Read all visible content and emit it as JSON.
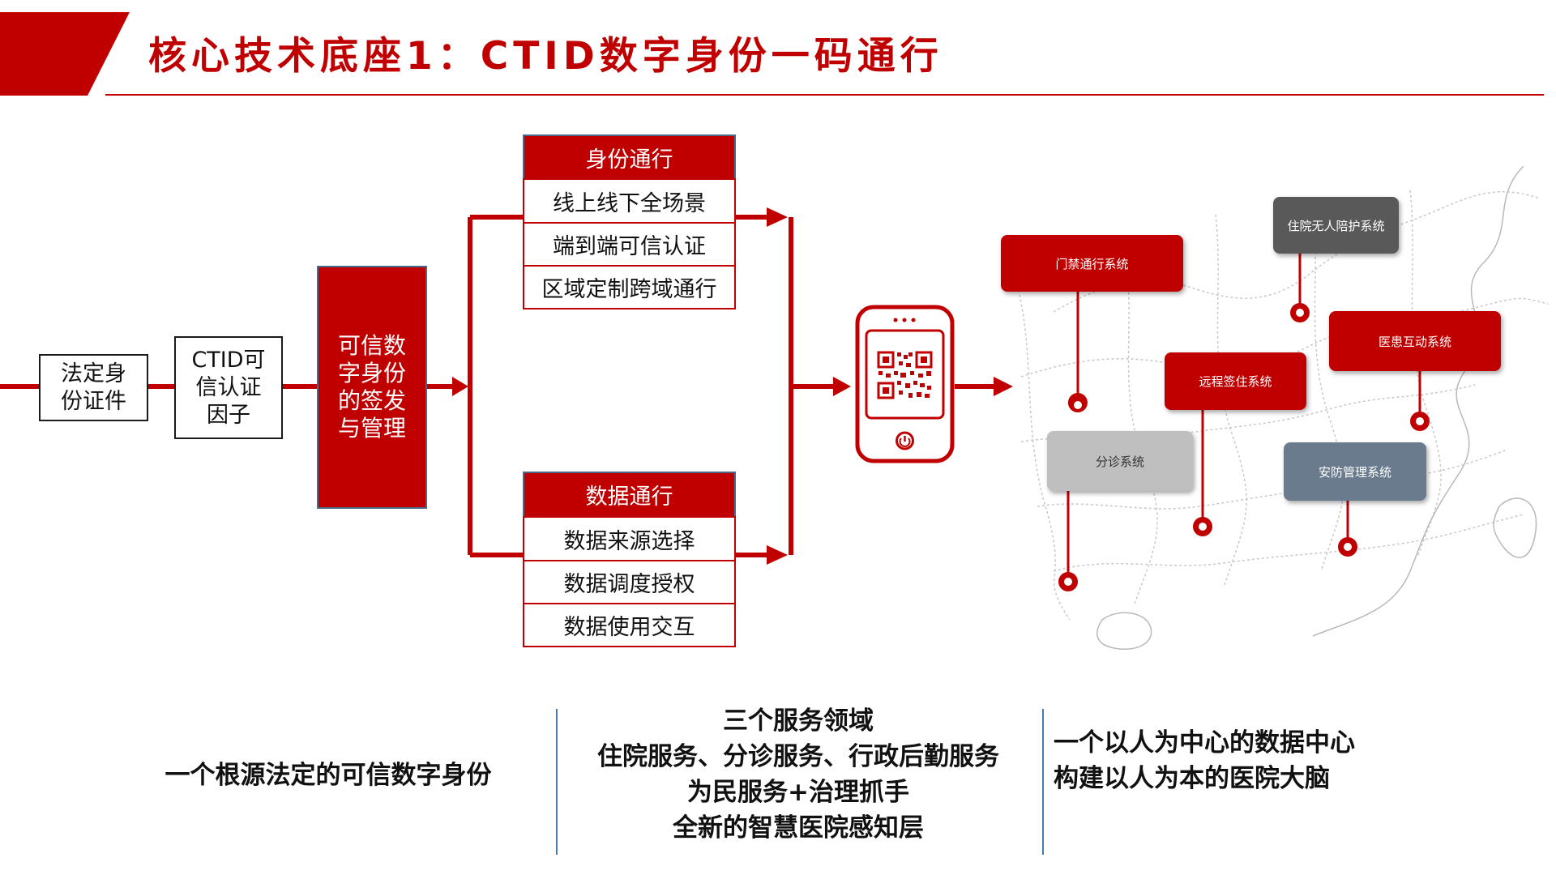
{
  "header": {
    "title": "核心技术底座1：CTID数字身份一码通行"
  },
  "colors": {
    "accent": "#c00000",
    "dark_gray": "#595959",
    "light_gray": "#bfbfbf",
    "slate": "#6a7b8e"
  },
  "flow": {
    "legal_id": "法定身份证件",
    "ctid_factor": "CTID可信认证因子",
    "issue_manage": "可信数字身份的签发与管理",
    "identity": {
      "title": "身份通行",
      "items": [
        "线上线下全场景",
        "端到端可信认证",
        "区域定制跨域通行"
      ]
    },
    "data": {
      "title": "数据通行",
      "items": [
        "数据来源选择",
        "数据调度授权",
        "数据使用交互"
      ]
    },
    "phone_icon": "qr-phone-icon"
  },
  "map": {
    "callouts": [
      {
        "label": "门禁通行系统",
        "style": "red"
      },
      {
        "label": "住院无人陪护系统",
        "style": "darkgray"
      },
      {
        "label": "医患互动系统",
        "style": "red"
      },
      {
        "label": "远程签住系统",
        "style": "red"
      },
      {
        "label": "分诊系统",
        "style": "lightgray"
      },
      {
        "label": "安防管理系统",
        "style": "slate"
      }
    ]
  },
  "summary": {
    "left": "一个根源法定的可信数字身份",
    "middle": [
      "三个服务领域",
      "住院服务、分诊服务、行政后勤服务",
      "为民服务+治理抓手",
      "全新的智慧医院感知层"
    ],
    "right": [
      "一个以人为中心的数据中心",
      "构建以人为本的医院大脑"
    ]
  }
}
